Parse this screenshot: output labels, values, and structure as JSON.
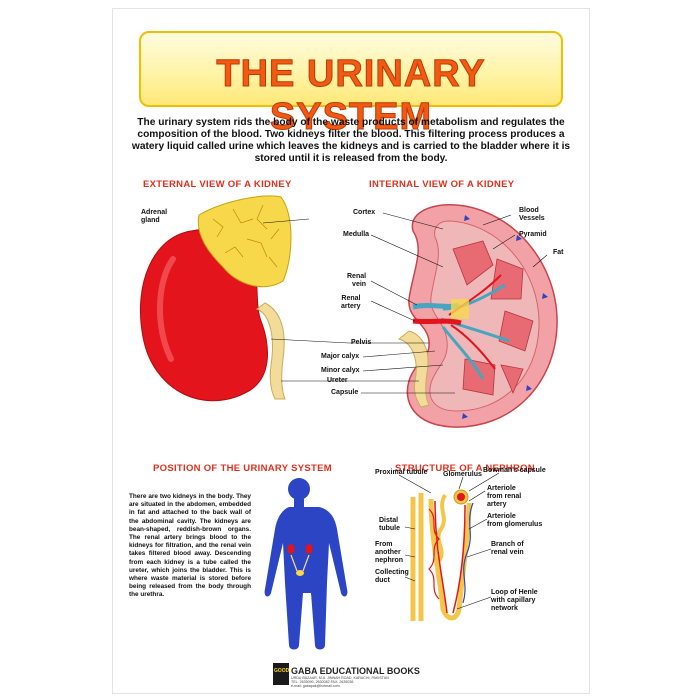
{
  "poster": {
    "title": "THE URINARY SYSTEM",
    "intro": "The urinary system rids the body of the waste products of metabolism and regulates the composition of the blood. Two kidneys filter the blood. This filtering process produces a watery liquid called urine which leaves the kidneys and is carried to the bladder where it is stored until it is released from the body."
  },
  "sections": {
    "external": "EXTERNAL VIEW OF A KIDNEY",
    "internal": "INTERNAL VIEW OF A KIDNEY",
    "position": "POSITION OF THE URINARY SYSTEM",
    "nephron": "STRUCTURE OF A NEPHRON"
  },
  "labels": {
    "adrenal_gland": "Adrenal\ngland",
    "cortex": "Cortex",
    "medulla": "Medulla",
    "blood_vessels": "Blood\nVessels",
    "pyramid": "Pyramid",
    "fat": "Fat",
    "renal_vein": "Renal\nvein",
    "renal_artery": "Renal\nartery",
    "pelvis": "Pelvis",
    "major_calyx": "Major calyx",
    "minor_calyx": "Minor calyx",
    "ureter": "Ureter",
    "capsule": "Capsule",
    "proximal_tubule": "Proximal tubule",
    "glomerulus": "Glomerulus",
    "bowmans_capsule": "Bowman's capsule",
    "arteriole_from_renal_artery": "Arteriole\nfrom renal\nartery",
    "distal_tubule": "Distal\ntubule",
    "arteriole_from_glomerulus": "Arteriole\nfrom glomerulus",
    "from_another_nephron": "From\nanother\nnephron",
    "branch_of_renal_vein": "Branch of\nrenal vein",
    "collecting_duct": "Collecting\nduct",
    "loop_of_henle": "Loop of Henle\nwith capillary\nnetwork"
  },
  "position_text": "There are two kidneys in the body. They are situated in the abdomen, embedded in fat and attached to the back wall of the abdominal cavity. The kidneys are bean-shaped, reddish-brown organs. The renal artery brings blood to the kidneys for filtration, and the renal vein takes filtered blood away. Descending from each kidney is a tube called the ureter, which joins the bladder. This is where waste material is stored before being released from the body through the urethra.",
  "publisher": {
    "name": "GABA EDUCATIONAL BOOKS",
    "address": "URDU BAZAAR, M.A. JINNAH ROAD, KARACHI, PAKISTAN",
    "contact": "TEL: 2635090, 2630082 FAX: 2635036",
    "email": "e-mail: gabapak@hotmail.com",
    "logo_text": "GOOD"
  },
  "colors": {
    "title": "#f05a14",
    "section_heading": "#e0301e",
    "kidney_red": "#e4141c",
    "adrenal_yellow": "#f7d84a",
    "ureter_cream": "#f3dc9a",
    "body_blue": "#2b45c4",
    "internal_pink": "#f2a2a6"
  }
}
